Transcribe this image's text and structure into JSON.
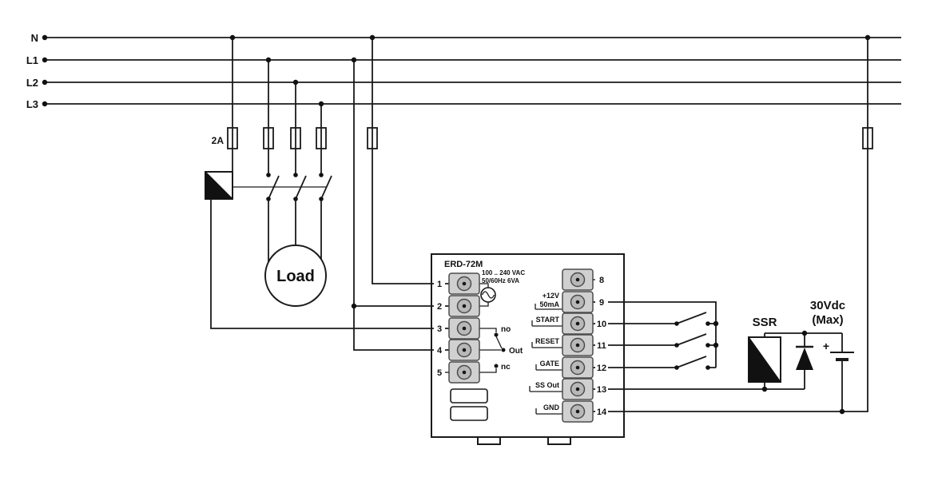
{
  "colors": {
    "line": "#1a1a1a",
    "terminal_block": "#d0d0d0",
    "terminal_circle": "#b8b8b8",
    "background": "#ffffff"
  },
  "power_lines": {
    "n": "N",
    "l1": "L1",
    "l2": "L2",
    "l3": "L3"
  },
  "coil_fuse_label": "2A",
  "load_label": "Load",
  "device": {
    "model": "ERD-72M",
    "supply_rating_line1": "100 .. 240 VAC",
    "supply_rating_line2": "50/60Hz 6VA",
    "left_terminals": [
      "1",
      "2",
      "3",
      "4",
      "5"
    ],
    "right_terminals": [
      "8",
      "9",
      "10",
      "11",
      "12",
      "13",
      "14"
    ],
    "relay_contacts": {
      "no": "no",
      "out": "Out",
      "nc": "nc"
    },
    "signals": {
      "supply_pos": "+12V",
      "supply_current": "50mA",
      "start": "START",
      "reset": "RESET",
      "gate": "GATE",
      "ss_out": "SS Out",
      "gnd": "GND"
    }
  },
  "ssr": {
    "label": "SSR"
  },
  "dc_supply": {
    "voltage": "30Vdc",
    "max": "(Max)",
    "plus": "+"
  }
}
